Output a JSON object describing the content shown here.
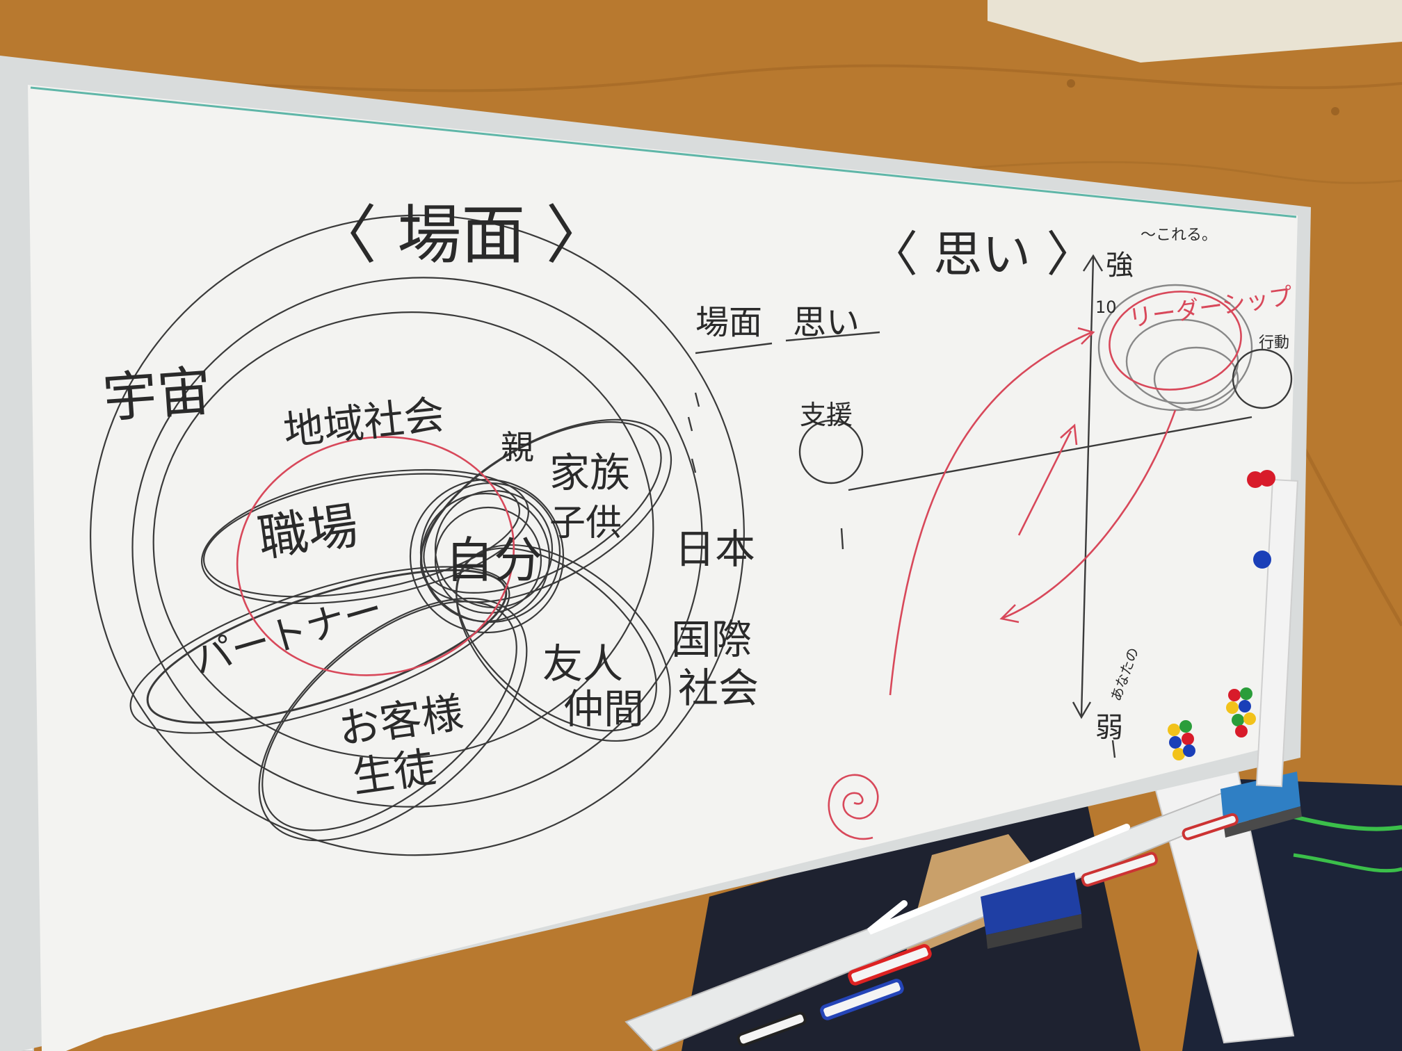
{
  "colors": {
    "wall": "#b5772f",
    "board": "#f3f3f1",
    "frame": "#d9dcdc",
    "ink_black": "#2a2a2a",
    "ink_red": "#d8485a"
  },
  "left_diagram": {
    "title": "〈 場面 〉",
    "labels": {
      "space": "宇宙",
      "community": "地域社会",
      "workplace": "職場",
      "self": "自分",
      "family_1": "親",
      "family_2": "家族",
      "children": "子供",
      "partner": "パートナー",
      "friends_1": "友人",
      "friends_2": "仲間",
      "customers_1": "お客様",
      "customers_2": "生徒",
      "japan": "日本",
      "international_1": "国際",
      "international_2": "社会"
    }
  },
  "right_diagram": {
    "title": "〈 思い 〉",
    "header_1": "場面",
    "header_2": "思い",
    "axis_top": "強",
    "axis_bottom": "弱",
    "axis_top_note": "〜これる。",
    "axis_bottom_note": "あなたの",
    "tick_10": "10",
    "cluster_label_red": "リーダーシップ",
    "left_node": "支援",
    "right_node": "行動"
  },
  "magnets": {
    "colors": [
      "#d81b2a",
      "#1a3fb8",
      "#f2c21a",
      "#2a9d3a"
    ]
  }
}
